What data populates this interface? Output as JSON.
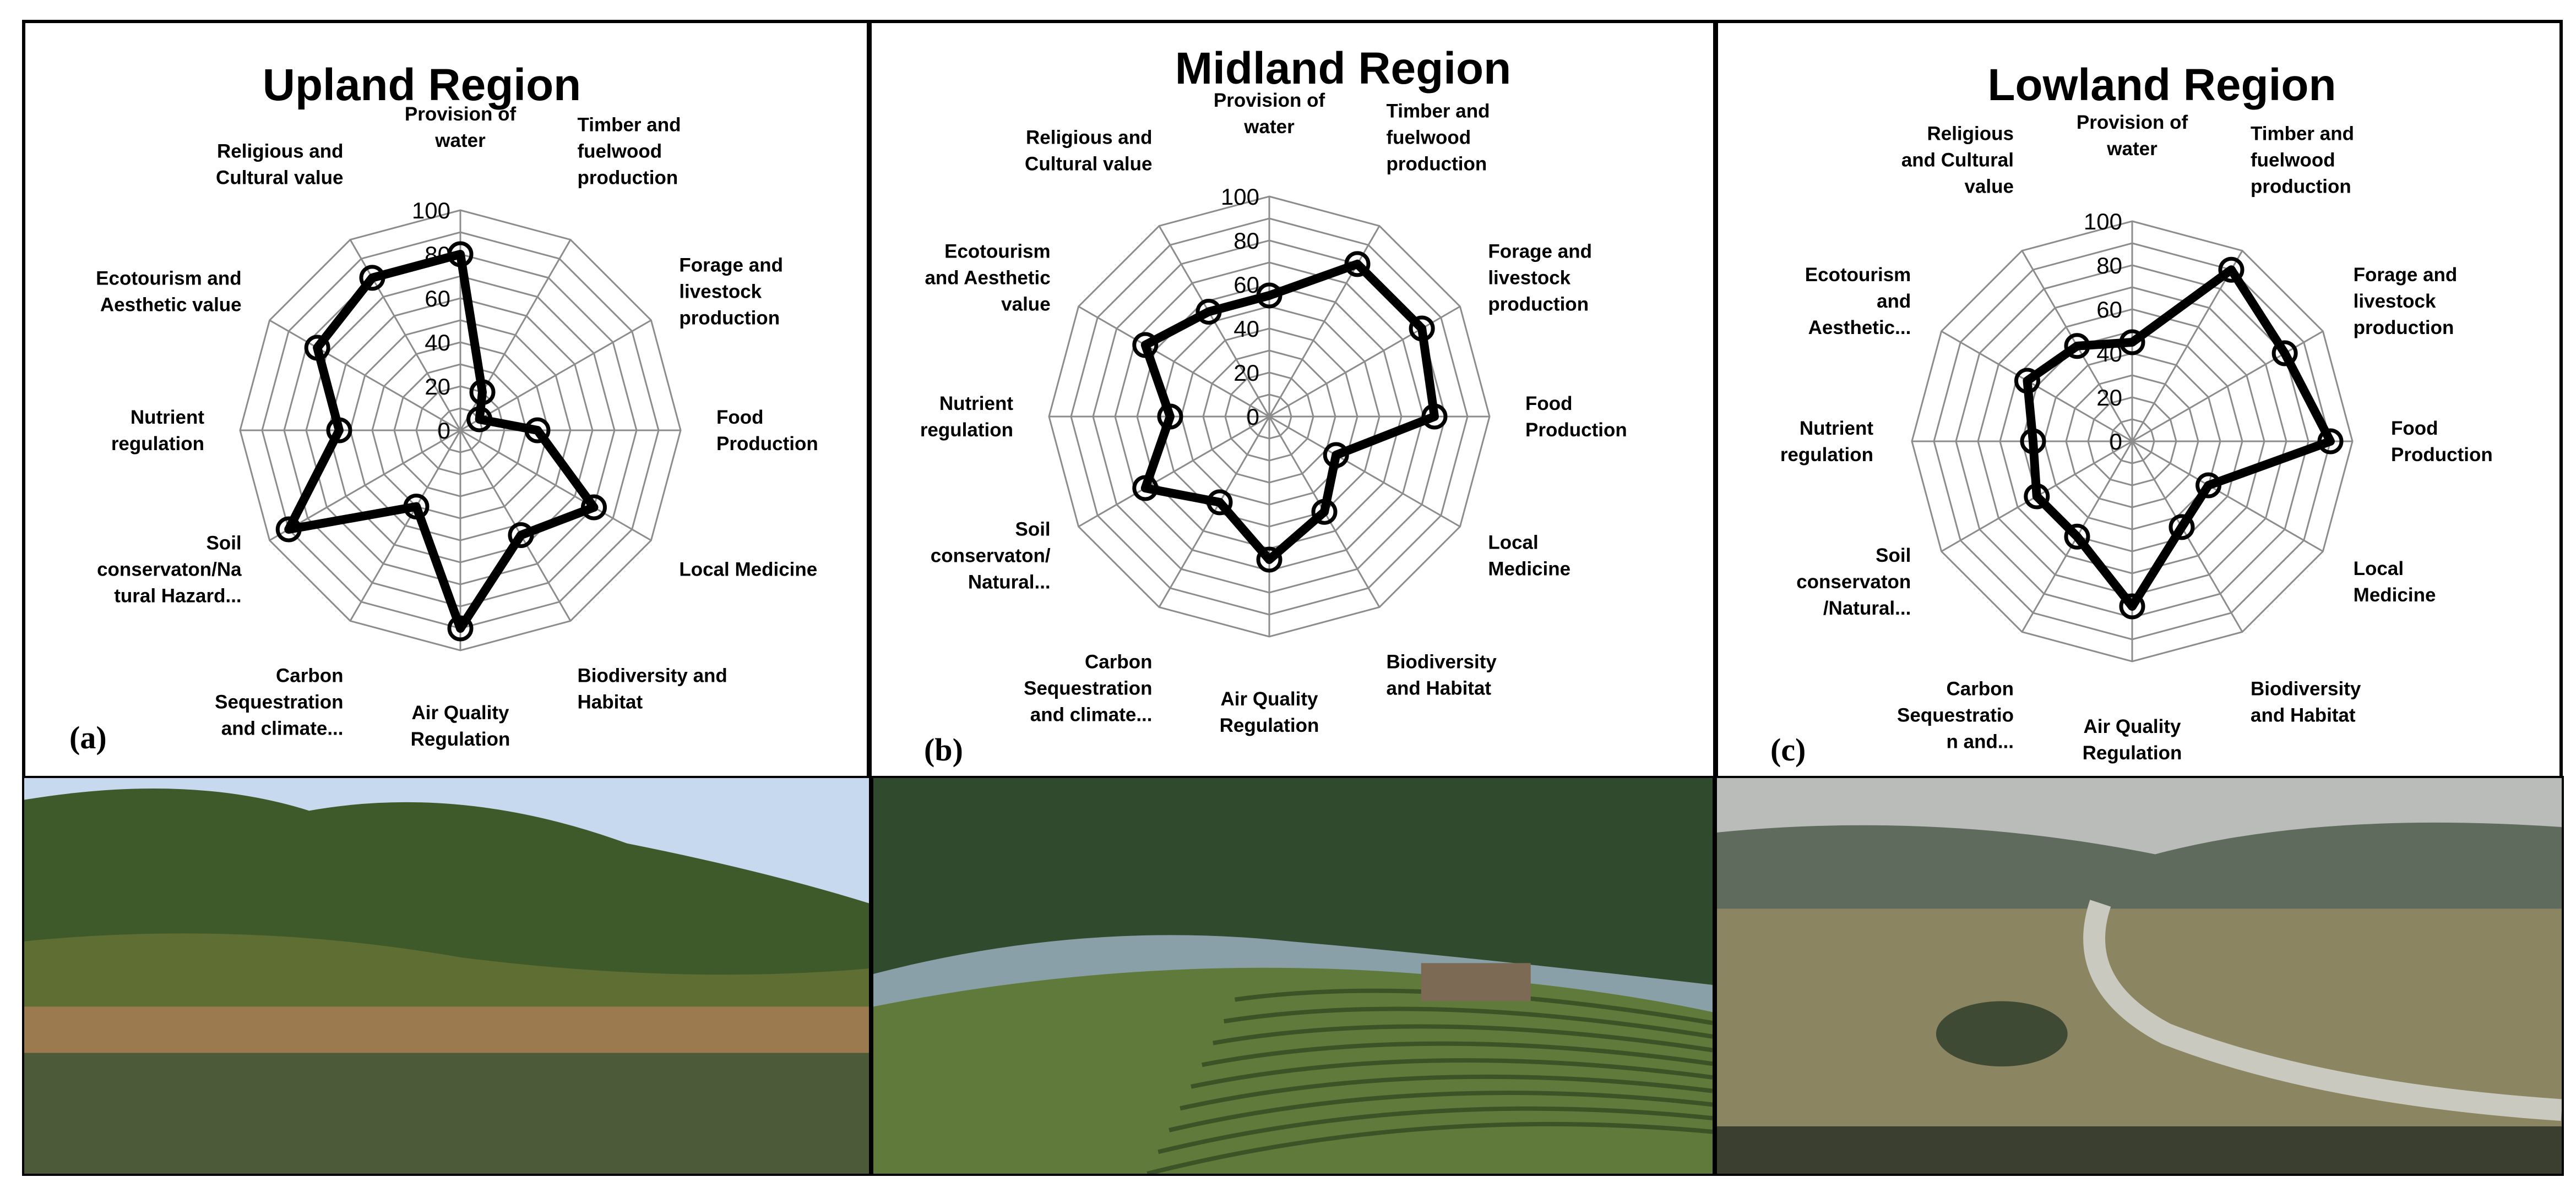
{
  "chart_data": [
    {
      "type": "radar",
      "title": "Upland Region",
      "panel_label": "(a)",
      "categories": [
        [
          "Provision of",
          "water"
        ],
        [
          "Timber and",
          "fuelwood",
          "production"
        ],
        [
          "Forage and",
          "livestock",
          "production"
        ],
        [
          "Food",
          "Production"
        ],
        [
          "Local Medicine"
        ],
        [
          "Biodiversity and",
          "Habitat"
        ],
        [
          "Air Quality",
          "Regulation"
        ],
        [
          "Carbon",
          "Sequestration",
          "and climate..."
        ],
        [
          "Soil",
          "conservaton/Na",
          "tural Hazard..."
        ],
        [
          "Nutrient",
          "regulation"
        ],
        [
          "Ecotourism and",
          "Aesthetic value"
        ],
        [
          "Religious and",
          "Cultural value"
        ]
      ],
      "values": [
        80,
        20,
        10,
        35,
        70,
        55,
        90,
        40,
        90,
        55,
        75,
        80
      ],
      "rlim": [
        0,
        100
      ],
      "ticks": [
        0,
        20,
        40,
        60,
        80,
        100
      ],
      "legend": "none"
    },
    {
      "type": "radar",
      "title": "Midland Region",
      "panel_label": "(b)",
      "categories": [
        [
          "Provision of",
          "water"
        ],
        [
          "Timber and",
          "fuelwood",
          "production"
        ],
        [
          "Forage and",
          "livestock",
          "production"
        ],
        [
          "Food",
          "Production"
        ],
        [
          "Local",
          "Medicine"
        ],
        [
          "Biodiversity",
          "and Habitat"
        ],
        [
          "Air Quality",
          "Regulation"
        ],
        [
          "Carbon",
          "Sequestration",
          "and climate..."
        ],
        [
          "Soil",
          "conservaton/",
          "Natural..."
        ],
        [
          "Nutrient",
          "regulation"
        ],
        [
          "Ecotourism",
          "and Aesthetic",
          "value"
        ],
        [
          "Religious and",
          "Cultural value"
        ]
      ],
      "values": [
        55,
        80,
        80,
        75,
        35,
        50,
        65,
        45,
        65,
        45,
        65,
        55
      ],
      "rlim": [
        0,
        100
      ],
      "ticks": [
        0,
        20,
        40,
        60,
        80,
        100
      ],
      "legend": "none"
    },
    {
      "type": "radar",
      "title": "Lowland Region",
      "panel_label": "(c)",
      "categories": [
        [
          "Provision of",
          "water"
        ],
        [
          "Timber and",
          "fuelwood",
          "production"
        ],
        [
          "Forage and",
          "livestock",
          "production"
        ],
        [
          "Food",
          "Production"
        ],
        [
          "Local",
          "Medicine"
        ],
        [
          "Biodiversity",
          "and Habitat"
        ],
        [
          "Air Quality",
          "Regulation"
        ],
        [
          "Carbon",
          "Sequestratio",
          "n and..."
        ],
        [
          "Soil",
          "conservaton",
          "/Natural..."
        ],
        [
          "Nutrient",
          "regulation"
        ],
        [
          "Ecotourism",
          "and",
          "Aesthetic..."
        ],
        [
          "Religious",
          "and Cultural",
          "value"
        ]
      ],
      "values": [
        45,
        90,
        80,
        90,
        40,
        45,
        75,
        50,
        50,
        45,
        55,
        50
      ],
      "rlim": [
        0,
        100
      ],
      "ticks": [
        0,
        20,
        40,
        60,
        80,
        100
      ],
      "legend": "none"
    }
  ],
  "colors": {
    "grid": "#8c8c8c",
    "series": "#000000",
    "marker_fill": "#ffffff",
    "border": "#000000"
  },
  "photos": [
    {
      "icon": "upland-lake-forest-photo",
      "sky": "#c7d9ee",
      "hill": "#3f5a2a",
      "ground": "#9a7a4e",
      "water": "#4c5a3a"
    },
    {
      "icon": "midland-terraced-village-photo",
      "sky": "#8aa0a8",
      "hill": "#2f4a2c",
      "ground": "#5f7a3a",
      "water": "#6a8a4a"
    },
    {
      "icon": "lowland-valley-river-photo",
      "sky": "#b9bcb8",
      "hill": "#5f6b5d",
      "ground": "#8c8562",
      "water": "#c9c9bf"
    }
  ]
}
